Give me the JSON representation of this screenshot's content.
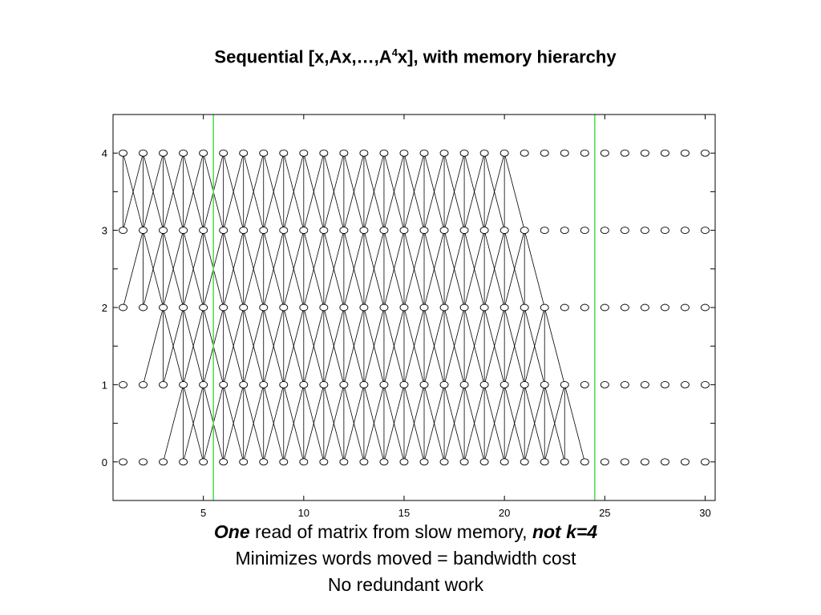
{
  "title": {
    "prefix": "Sequential [x,Ax,…,A",
    "superscript": "4",
    "suffix": "x], with memory hierarchy"
  },
  "caption": {
    "line1_emph_start": "One",
    "line1_middle": " read of matrix from slow memory, ",
    "line1_emph_end": "not k=4",
    "line2": "Minimizes words moved = bandwidth cost",
    "line3": "No redundant work"
  },
  "chart_data": {
    "type": "scatter",
    "x_range": [
      1,
      30
    ],
    "y_range": [
      0,
      4
    ],
    "xlim": [
      0.5,
      30.5
    ],
    "ylim": [
      -0.5,
      4.5
    ],
    "x_ticks": [
      5,
      10,
      15,
      20,
      25,
      30
    ],
    "y_ticks": [
      0,
      1,
      2,
      3,
      4
    ],
    "x_tick_labels": [
      "5",
      "10",
      "15",
      "20",
      "25",
      "30"
    ],
    "y_tick_labels": [
      "0",
      "1",
      "2",
      "3",
      "4"
    ],
    "grid": false,
    "node_marker": "open-circle",
    "edges": "each node (x, level) in the computed region connects to (x-1, level-1), (x, level-1), (x+1, level-1); computed region at level L spans x from 5-L to 24-L",
    "computed_ranges": {
      "1": [
        4,
        23
      ],
      "2": [
        3,
        22
      ],
      "3": [
        2,
        21
      ],
      "4": [
        1,
        20
      ]
    },
    "vertical_markers": [
      {
        "x": 5.5,
        "color": "#55dd55"
      },
      {
        "x": 24.5,
        "color": "#55dd55"
      }
    ],
    "colors": {
      "nodes": "#000000",
      "edges": "#000000",
      "markers": "#55dd55"
    }
  }
}
